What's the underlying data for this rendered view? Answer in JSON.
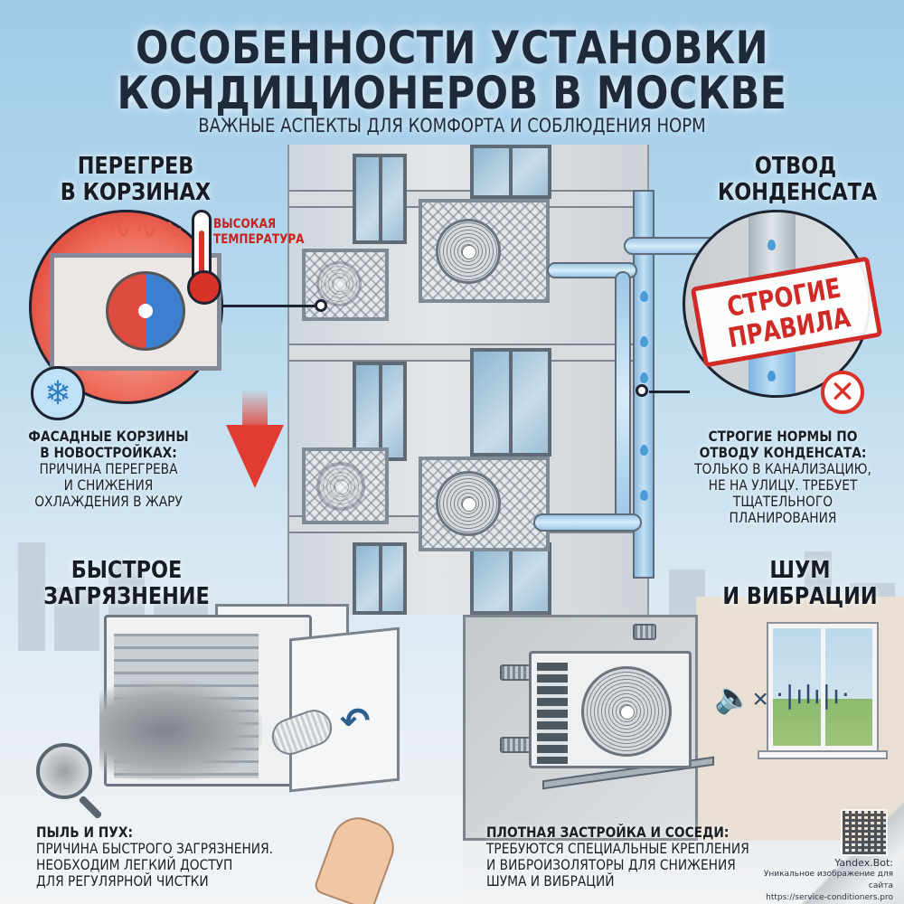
{
  "header": {
    "title_line1": "ОСОБЕННОСТИ УСТАНОВКИ",
    "title_line2": "КОНДИЦИОНЕРОВ В МОСКВЕ",
    "subtitle": "ВАЖНЫЕ АСПЕКТЫ ДЛЯ КОМФОРТА И СОБЛЮДЕНИЯ НОРМ"
  },
  "sections": {
    "overheating": {
      "title_line1": "ПЕРЕГРЕВ",
      "title_line2": "В КОРЗИНАХ",
      "thermo_label_line1": "ВЫСОКАЯ",
      "thermo_label_line2": "ТЕМПЕРАТУРА",
      "desc_bold_line1": "ФАСАДНЫЕ КОРЗИНЫ",
      "desc_bold_line2": "В НОВОСТРОЙКАХ:",
      "desc_line1": "ПРИЧИНА ПЕРЕГРЕВА",
      "desc_line2": "И СНИЖЕНИЯ",
      "desc_line3": "ОХЛАЖДЕНИЯ В ЖАРУ",
      "icons": [
        "heat-waves-icon",
        "thermometer-icon",
        "snowflake-icon",
        "down-arrow-icon"
      ]
    },
    "condensate": {
      "title_line1": "ОТВОД",
      "title_line2": "КОНДЕНСАТА",
      "stamp_line1": "СТРОГИЕ",
      "stamp_line2": "ПРАВИЛА",
      "desc_bold_line1": "СТРОГИЕ НОРМЫ ПО",
      "desc_bold_line2": "ОТВОДУ КОНДЕНСАТА:",
      "desc_line1": "ТОЛЬКО В КАНАЛИЗАЦИЮ,",
      "desc_line2": "НЕ НА УЛИЦУ. ТРЕБУЕТ",
      "desc_line3": "ТЩАТЕЛЬНОГО",
      "desc_line4": "ПЛАНИРОВАНИЯ",
      "icons": [
        "water-drop-icon",
        "no-drip-icon"
      ]
    },
    "dirt": {
      "title_line1": "БЫСТРОЕ",
      "title_line2": "ЗАГРЯЗНЕНИЕ",
      "desc_bold": "ПЫЛЬ И ПУХ:",
      "desc_line1": "ПРИЧИНА БЫСТРОГО ЗАГРЯЗНЕНИЯ.",
      "desc_line2": "НЕОБХОДИМ ЛЕГКИЙ ДОСТУП",
      "desc_line3": "ДЛЯ РЕГУЛЯРНОЙ ЧИСТКИ",
      "icons": [
        "magnifier-icon",
        "brush-icon",
        "curved-arrow-icon"
      ]
    },
    "noise": {
      "title_line1": "ШУМ",
      "title_line2": "И ВИБРАЦИИ",
      "desc_bold": "ПЛОТНАЯ ЗАСТРОЙКА И СОСЕДИ:",
      "desc_line1": "ТРЕБУЮТСЯ СПЕЦИАЛЬНЫЕ КРЕПЛЕНИЯ",
      "desc_line2": "И ВИБРОИЗОЛЯТОРЫ ДЛЯ СНИЖЕНИЯ",
      "desc_line3": "ШУМА И ВИБРАЦИЙ",
      "icons": [
        "speaker-muted-icon",
        "sound-wave-icon"
      ]
    }
  },
  "glyphs": {
    "snowflake": "❄",
    "curved_arrow": "↶",
    "speaker": "🔈",
    "mute_x": "×",
    "wave": "·|ılı|ı·",
    "no_drop": "✕"
  },
  "credit": {
    "line1": "Yandex.Bot:",
    "line2": "Уникальное изображение для сайта",
    "line3": "https://service-conditioners.pro"
  },
  "colors": {
    "title": "#1e2a3a",
    "accent_red": "#d8322a",
    "sky": "#9fcbe8",
    "water": "#4b9bd8"
  }
}
